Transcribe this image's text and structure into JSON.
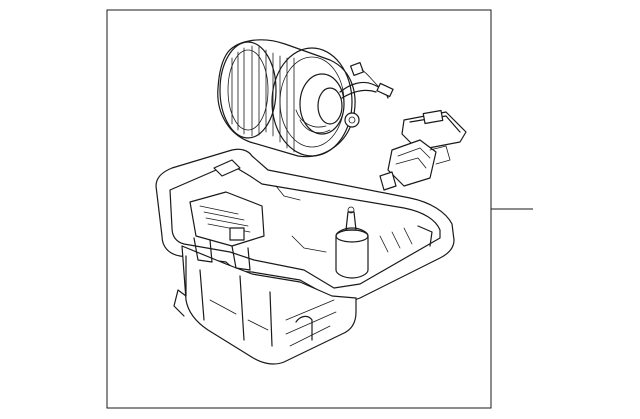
{
  "diagram": {
    "parts": [
      {
        "name": "blower-motor-fan"
      },
      {
        "name": "resistor-module"
      },
      {
        "name": "blower-housing"
      }
    ],
    "callouts": [
      {
        "target": "assembly-frame",
        "label": ""
      }
    ]
  }
}
